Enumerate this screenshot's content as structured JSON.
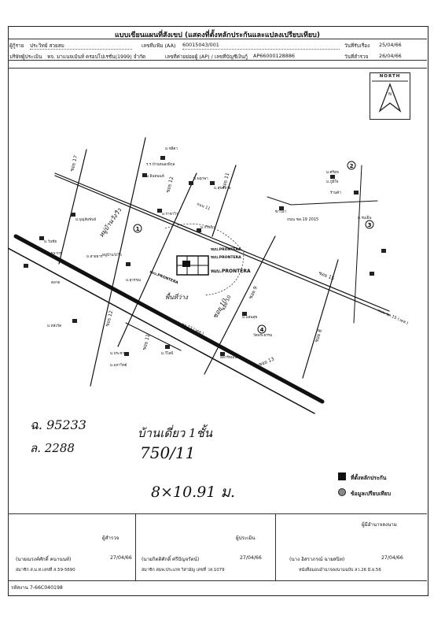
{
  "form": {
    "title": "แบบเขียนแผนที่สังเขป (แสดงที่ตั้งหลักประกันและแปลงเปรียบเทียบ)",
    "applicant_label": "ผู้กู้ราย",
    "applicant_value": "ประวิทย์ สวยสม",
    "file_label": "เลขที่แฟ้ม (AA)",
    "file_value": "60015043/001",
    "received_label": "วันที่รับเรื่อง",
    "received_value": "25/04/66",
    "company_label": "บริษัทผู้ประเมิน",
    "company_value": "หจ. มาแนจเม้นท์ ครอปโปเรชั่น(1999) จำกัด",
    "appraiser_label": "เลขที่ค่ายย่อยผู้ (AP) / เลขที่บัญชีเงินกู้",
    "appraiser_value": "AP66000128886",
    "inspect_label": "วันที่สำรวจ",
    "inspect_value": "26/04/66"
  },
  "north": {
    "label": "NORTH"
  },
  "map": {
    "labels": {
      "soi17": "ซอย 17",
      "soi12": "ซอย 12",
      "soi11": "ซอย 11",
      "soi10": "ซอย 10",
      "soi9": "ซอย 9",
      "soi8": "ซอย 8",
      "soi13": "ซอย 13",
      "soi15": "ซอย 15",
      "road15": "ถนน ชล.15 (วตส.)",
      "road13": "ถนน ชล.13 (วตส.)",
      "road11": "ถนน 11",
      "road19": "ถนน ชล.19 2015",
      "prontera1": "หมบ.PRONTERA",
      "prontera2": "หมบ.PRONTERA",
      "prontera_main": "หมบ.PRONTERA",
      "prontera_left": "หมบ.PRONTERA",
      "village": "หมู่บ้านวังวิว",
      "hand_area": "พื้นที่ว่าง",
      "hand_soi": "ซอย 10",
      "school": "ร.ร.บ้านหนองพิกุล",
      "temple": "วัดพระธรรม",
      "market": "ตลาด",
      "sauna": "ซาวน่า",
      "apartment": "อพาร์ทเมนท์",
      "shop": "ร้านค้า",
      "m1": "ม.ชลิตา",
      "m2": "ม.อินทนนท์",
      "m3": "ม.พฤกษา",
      "m4": "ม.สุขสบาย",
      "m5": "ม.ราชาวิว",
      "m6": "ม.บุญสัมพันธ์",
      "m7": "ม.วันชัย",
      "m8": "ม.ธนากร",
      "m9": "ม.สายธาร",
      "m10": "ม.สุวรรณ",
      "m11": "ม.หลังวัด",
      "m12": "ม.ประชา",
      "m13": "ม.มหาวิทย์",
      "m14": "ม.วีไอพี",
      "m15": "ม.กรีนวิว",
      "m16": "ม.แสนสุข",
      "m17": "ม.ศรีสุข",
      "m18": "ม.ภูมิใจ",
      "m19": "ม.ร่มเย็น",
      "marker1": "1",
      "marker2": "2",
      "marker3": "3",
      "marker4": "4"
    }
  },
  "handwriting": {
    "chanote": "ฉ. 95233",
    "survey": "ล. 2288",
    "house": "บ้านเดี่ยว 1ชั้น",
    "number": "750/11",
    "size": "8×10.91 ม."
  },
  "legend": {
    "collateral": "ที่ตั้งหลักประกัน",
    "comparison": "ข้อมูลเปรียบเทียบ"
  },
  "signatures": {
    "surveyor_role": "ผู้สำรวจ",
    "surveyor_name": "(นายณรงค์ศักดิ์ คนานนท์)",
    "surveyor_date": "27/04/66",
    "surveyor_member": "สมาชิก ส.ม.ท.เลขที่ ส.59-5690",
    "appraiser_role": "ผู้ประเมิน",
    "appraiser_name": "(นายกิตติศักดิ์ ศรีปัญจรัตน์)",
    "appraiser_date": "27/04/66",
    "appraiser_member": "สมาชิก สมพ.ประเภท วิสามัญ เลขที่ วส.1079",
    "authority_role": "ผู้มีอำนาจลงนาม",
    "authority_name": "(นาง อิสราภรณ์ ฉายสนิท)",
    "authority_date": "27/04/66",
    "authority_cert": "หนังสือมอบอำนาจลงนามฉบับ ลว.26 มิ.ย.56"
  },
  "footer": {
    "code": "รหัสงาน 7-66C040198"
  }
}
